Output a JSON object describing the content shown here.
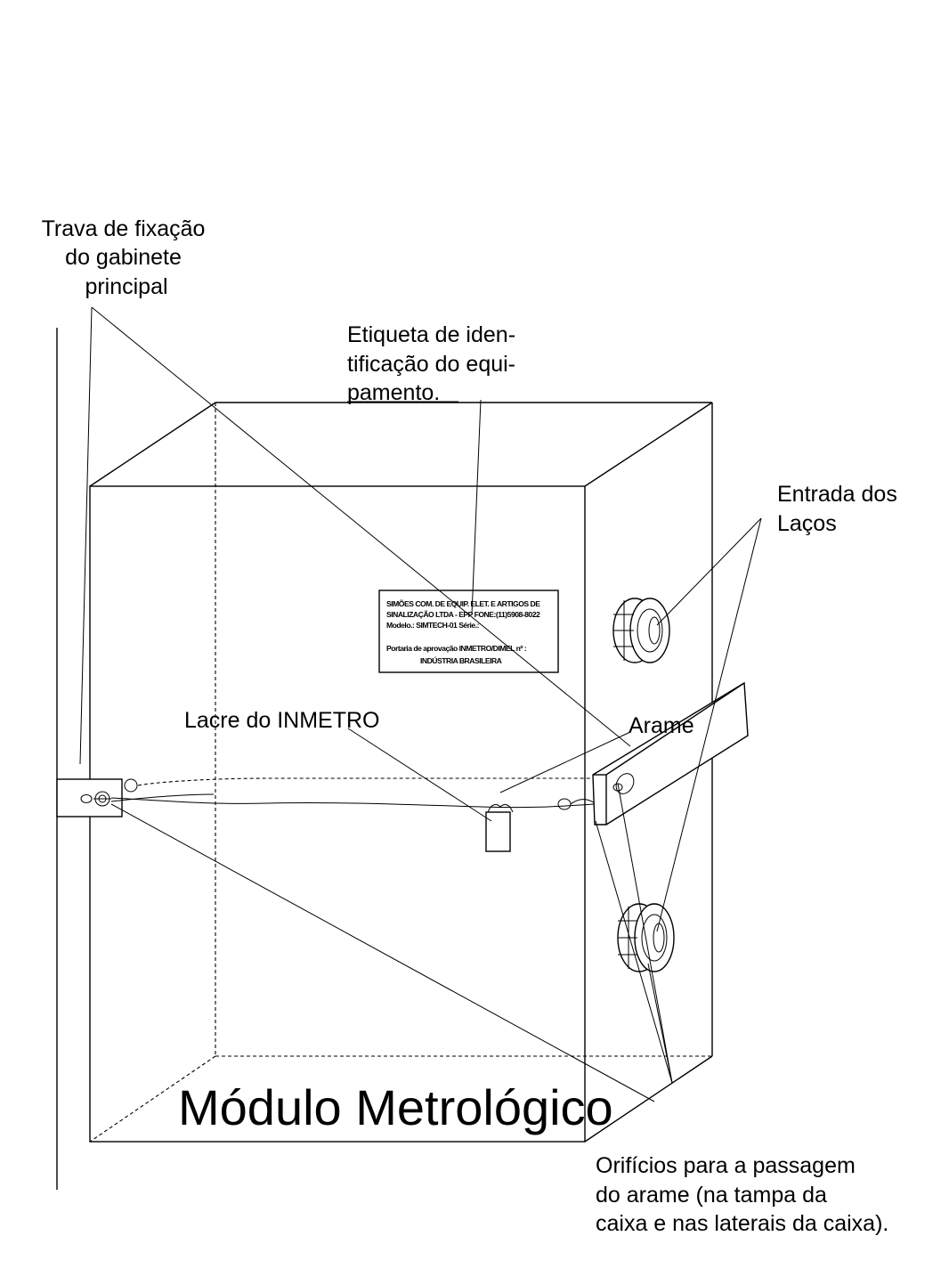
{
  "labels": {
    "trava": [
      "Trava de fixação",
      "do gabinete",
      "principal"
    ],
    "etiqueta": [
      "Etiqueta de iden-",
      "tificação do equi-",
      "pamento."
    ],
    "entrada": [
      "Entrada dos",
      "Laços"
    ],
    "lacre": "Lacre do INMETRO",
    "arame": "Arame",
    "modulo": "Módulo Metrológico",
    "orificios": [
      "Orifícios para a passagem",
      "do arame (na tampa da",
      "caixa e nas laterais da caixa)."
    ]
  },
  "plate": {
    "lines": [
      "SIMÕES COM. DE EQUIP. ELET. E ARTIGOS DE",
      "SINALIZAÇÃO LTDA - EPP  FONE:(11)5908-8022",
      "Modelo.: SIMTECH-01      Série.:",
      "Portaria de aprovação INMETRO/DIMEL nº :",
      "INDÚSTRIA BRASILEIRA"
    ]
  },
  "icons": {
    "loop_entry": "cable-gland-icon",
    "seal": "seal-icon",
    "eyelet": "wire-eyelet-icon"
  },
  "colors": {
    "ink": "#000000",
    "paper": "#ffffff"
  }
}
